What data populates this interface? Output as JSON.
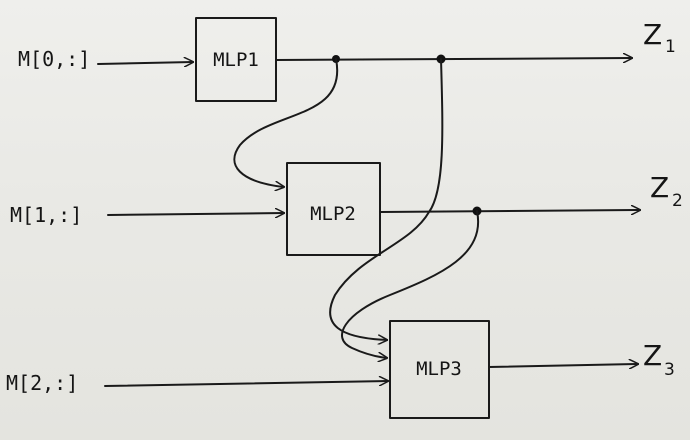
{
  "inputs": {
    "m0": "M[0,:]",
    "m1": "M[1,:]",
    "m2": "M[2,:]"
  },
  "blocks": {
    "mlp1": "MLP1",
    "mlp2": "MLP2",
    "mlp3": "MLP3"
  },
  "outputs": {
    "z1": {
      "base": "Z",
      "sub": "1"
    },
    "z2": {
      "base": "Z",
      "sub": "2"
    },
    "z3": {
      "base": "Z",
      "sub": "3"
    }
  }
}
